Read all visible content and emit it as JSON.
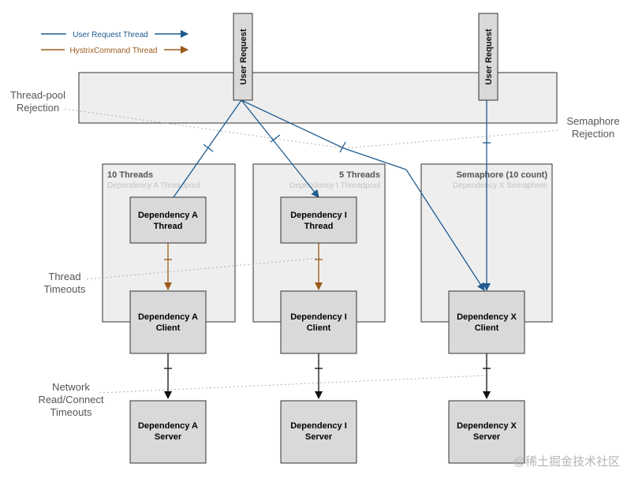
{
  "legend": {
    "user_request_thread": "User Request Thread",
    "hystrix_command_thread": "HystrixCommand Thread"
  },
  "colors": {
    "user_request": "#1f5b8e",
    "hystrix": "#9c5a1c",
    "box_fill": "#d9d9d9",
    "group_fill": "#eeeeee",
    "dotted": "#b0b0b0",
    "faint_text": "#c3c3c3",
    "side_text": "#555555"
  },
  "user_request_labels": [
    "User Request",
    "User Request"
  ],
  "side_labels": {
    "thread_pool_rejection": [
      "Thread-pool",
      "Rejection"
    ],
    "semaphore_rejection": [
      "Semaphore",
      "Rejection"
    ],
    "thread_timeouts": [
      "Thread",
      "Timeouts"
    ],
    "network_timeouts": [
      "Network",
      "Read/Connect",
      "Timeouts"
    ]
  },
  "groups": [
    {
      "title": "10 Threads",
      "subtitle": "Dependency A Threadpool"
    },
    {
      "title": "5 Threads",
      "subtitle": "Dependency I Threadpool"
    },
    {
      "title": "Semaphore (10 count)",
      "subtitle": "Dependency X Semaphore"
    }
  ],
  "boxes": {
    "thread_a": [
      "Dependency A",
      "Thread"
    ],
    "thread_i": [
      "Dependency I",
      "Thread"
    ],
    "client_a": [
      "Dependency A",
      "Client"
    ],
    "client_i": [
      "Dependency I",
      "Client"
    ],
    "client_x": [
      "Dependency X",
      "Client"
    ],
    "server_a": [
      "Dependency A",
      "Server"
    ],
    "server_i": [
      "Dependency I",
      "Server"
    ],
    "server_x": [
      "Dependency X",
      "Server"
    ]
  },
  "watermark": "@稀土掘金技术社区"
}
